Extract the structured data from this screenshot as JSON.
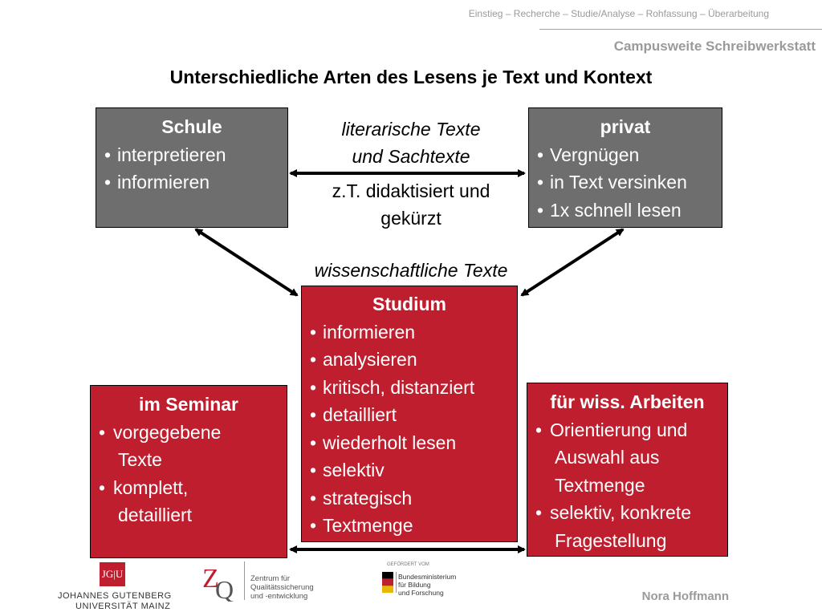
{
  "header": {
    "breadcrumb": "Einstieg – Recherche – Studie/Analyse – Rohfassung – Überarbeitung",
    "workshop": "Campusweite Schreibwerkstatt"
  },
  "title": "Unterschiedliche Arten des Lesens je Text und Kontext",
  "boxes": {
    "schule": {
      "title": "Schule",
      "items": [
        "interpretieren",
        "informieren"
      ]
    },
    "privat": {
      "title": "privat",
      "items": [
        "Vergnügen",
        "in Text versinken",
        "1x schnell lesen"
      ]
    },
    "studium": {
      "title": "Studium",
      "items": [
        "informieren",
        "analysieren",
        "kritisch, distanziert",
        "detailliert",
        "wiederholt lesen",
        "selektiv",
        "strategisch",
        "Textmenge"
      ]
    },
    "seminar": {
      "title": "im Seminar",
      "items": [
        "vorgegebene",
        "Texte",
        "komplett,",
        "detailliert"
      ]
    },
    "arbeiten": {
      "title": "für wiss. Arbeiten",
      "items": [
        "Orientierung und",
        "Auswahl aus",
        "Textmenge",
        "selektiv, konkrete",
        "Fragestellung"
      ]
    }
  },
  "connectors": {
    "top_line1": "literarische Texte",
    "top_line2": "und Sachtexte",
    "bottom_line1": "z.T. didaktisiert und",
    "bottom_line2": "gekürzt",
    "wiss": "wissenschaftliche Texte"
  },
  "footer": {
    "author": "Nora Hoffmann",
    "jgu_mark": "JG|U",
    "jgu_line1": "JOHANNES GUTENBERG",
    "jgu_line2": "UNIVERSITÄT MAINZ",
    "zq_line1": "Zentrum für",
    "zq_line2": "Qualitätssicherung",
    "zq_line3": "und -entwicklung",
    "bmbf_small": "GEFÖRDERT VOM",
    "bmbf_line1": "Bundesministerium",
    "bmbf_line2": "für Bildung",
    "bmbf_line3": "und Forschung"
  },
  "colors": {
    "gray_box": "#6e6e6e",
    "red_box": "#be1e2d",
    "muted_text": "#9a9a9a"
  }
}
